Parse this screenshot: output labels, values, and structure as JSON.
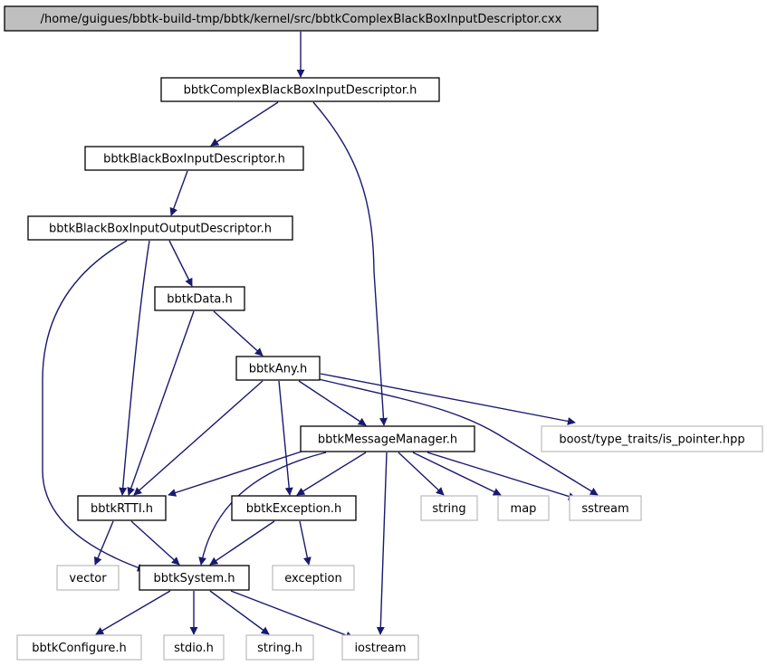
{
  "colors": {
    "edge": "#191970",
    "node_border": "#000000",
    "node_border_external": "#bfbfbf",
    "root_fill": "#bfbfbf",
    "node_fill": "#ffffff"
  },
  "nodes": [
    {
      "id": "root",
      "label": "/home/guigues/bbtk-build-tmp/bbtk/kernel/src/bbtkComplexBlackBoxInputDescriptor.cxx",
      "kind": "root"
    },
    {
      "id": "complex_h",
      "label": "bbtkComplexBlackBoxInputDescriptor.h",
      "kind": "local"
    },
    {
      "id": "bbin_h",
      "label": "bbtkBlackBoxInputDescriptor.h",
      "kind": "local"
    },
    {
      "id": "bbio_h",
      "label": "bbtkBlackBoxInputOutputDescriptor.h",
      "kind": "local"
    },
    {
      "id": "data_h",
      "label": "bbtkData.h",
      "kind": "local"
    },
    {
      "id": "any_h",
      "label": "bbtkAny.h",
      "kind": "local"
    },
    {
      "id": "msg_h",
      "label": "bbtkMessageManager.h",
      "kind": "local"
    },
    {
      "id": "boost",
      "label": "boost/type_traits/is_pointer.hpp",
      "kind": "external"
    },
    {
      "id": "rtti_h",
      "label": "bbtkRTTI.h",
      "kind": "local"
    },
    {
      "id": "exc_h",
      "label": "bbtkException.h",
      "kind": "local"
    },
    {
      "id": "string",
      "label": "string",
      "kind": "external"
    },
    {
      "id": "map",
      "label": "map",
      "kind": "external"
    },
    {
      "id": "sstream",
      "label": "sstream",
      "kind": "external"
    },
    {
      "id": "vector",
      "label": "vector",
      "kind": "external"
    },
    {
      "id": "sys_h",
      "label": "bbtkSystem.h",
      "kind": "local"
    },
    {
      "id": "exception",
      "label": "exception",
      "kind": "external"
    },
    {
      "id": "conf_h",
      "label": "bbtkConfigure.h",
      "kind": "external"
    },
    {
      "id": "stdio",
      "label": "stdio.h",
      "kind": "external"
    },
    {
      "id": "string_h",
      "label": "string.h",
      "kind": "external"
    },
    {
      "id": "iostream",
      "label": "iostream",
      "kind": "external"
    }
  ],
  "edges": [
    [
      "root",
      "complex_h"
    ],
    [
      "complex_h",
      "bbin_h"
    ],
    [
      "complex_h",
      "msg_h"
    ],
    [
      "bbin_h",
      "bbio_h"
    ],
    [
      "bbio_h",
      "data_h"
    ],
    [
      "bbio_h",
      "rtti_h"
    ],
    [
      "bbio_h",
      "sys_h"
    ],
    [
      "data_h",
      "any_h"
    ],
    [
      "data_h",
      "rtti_h"
    ],
    [
      "any_h",
      "msg_h"
    ],
    [
      "any_h",
      "boost"
    ],
    [
      "any_h",
      "rtti_h"
    ],
    [
      "any_h",
      "exc_h"
    ],
    [
      "any_h",
      "sstream"
    ],
    [
      "msg_h",
      "rtti_h"
    ],
    [
      "msg_h",
      "exc_h"
    ],
    [
      "msg_h",
      "sys_h"
    ],
    [
      "msg_h",
      "string"
    ],
    [
      "msg_h",
      "map"
    ],
    [
      "msg_h",
      "sstream"
    ],
    [
      "msg_h",
      "iostream"
    ],
    [
      "rtti_h",
      "vector"
    ],
    [
      "rtti_h",
      "sys_h"
    ],
    [
      "exc_h",
      "sys_h"
    ],
    [
      "exc_h",
      "exception"
    ],
    [
      "sys_h",
      "conf_h"
    ],
    [
      "sys_h",
      "stdio"
    ],
    [
      "sys_h",
      "string_h"
    ],
    [
      "sys_h",
      "iostream"
    ]
  ]
}
